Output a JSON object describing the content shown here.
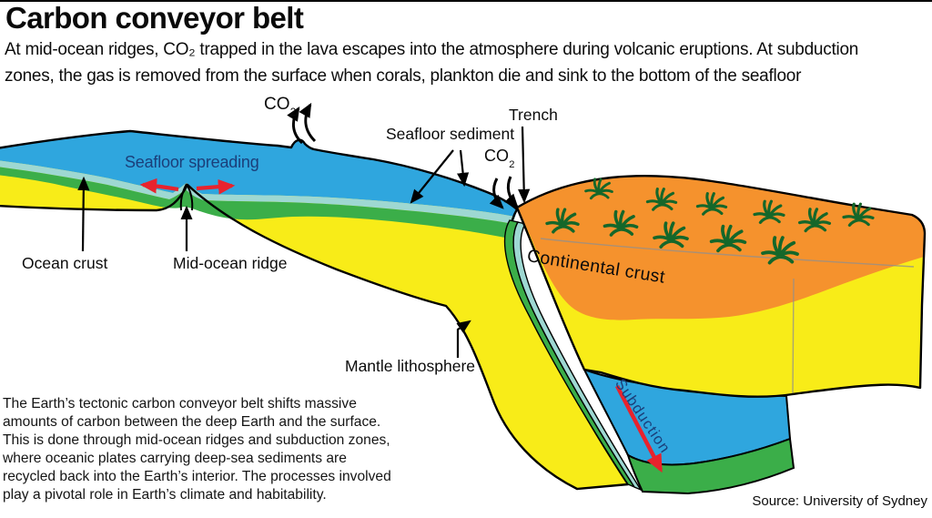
{
  "header": {
    "title": "Carbon conveyor belt",
    "intro_lines": [
      "At mid-ocean ridges, CO₂ trapped in the lava escapes into the atmosphere during volcanic eruptions. At subduction",
      "zones, the gas is removed from the surface when corals, plankton die and sink to the bottom of the seafloor"
    ]
  },
  "diagram": {
    "labels": {
      "co2": {
        "base": "CO",
        "sub": "2"
      },
      "seafloor_spreading": "Seafloor spreading",
      "seafloor_sediment": "Seafloor sediment",
      "trench": "Trench",
      "ocean_crust": "Ocean crust",
      "mid_ocean_ridge": "Mid-ocean ridge",
      "continental_crust": "Continental crust",
      "mantle_lithosphere": "Mantle lithosphere",
      "subduction": "Subduction"
    },
    "colors": {
      "ocean_water": "#2FA6DE",
      "ocean_crust_green": "#3BAE49",
      "sediment_teal": "#9ED8D2",
      "mantle_yellow": "#F8EC18",
      "continental_orange": "#F5922D",
      "vegetation_green": "#15672A",
      "arrow_red": "#E8232D",
      "label_navy": "#1B3F7A"
    }
  },
  "footer": {
    "description_lines": [
      "The Earth’s tectonic carbon conveyor belt shifts massive",
      "amounts of carbon between the deep Earth and the surface.",
      "This is done through mid-ocean ridges and subduction zones,",
      "where oceanic plates carrying deep-sea sediments are",
      "recycled back into the Earth’s interior. The processes involved",
      "play a pivotal role in Earth’s climate and habitability."
    ],
    "source": "Source: University of Sydney"
  }
}
